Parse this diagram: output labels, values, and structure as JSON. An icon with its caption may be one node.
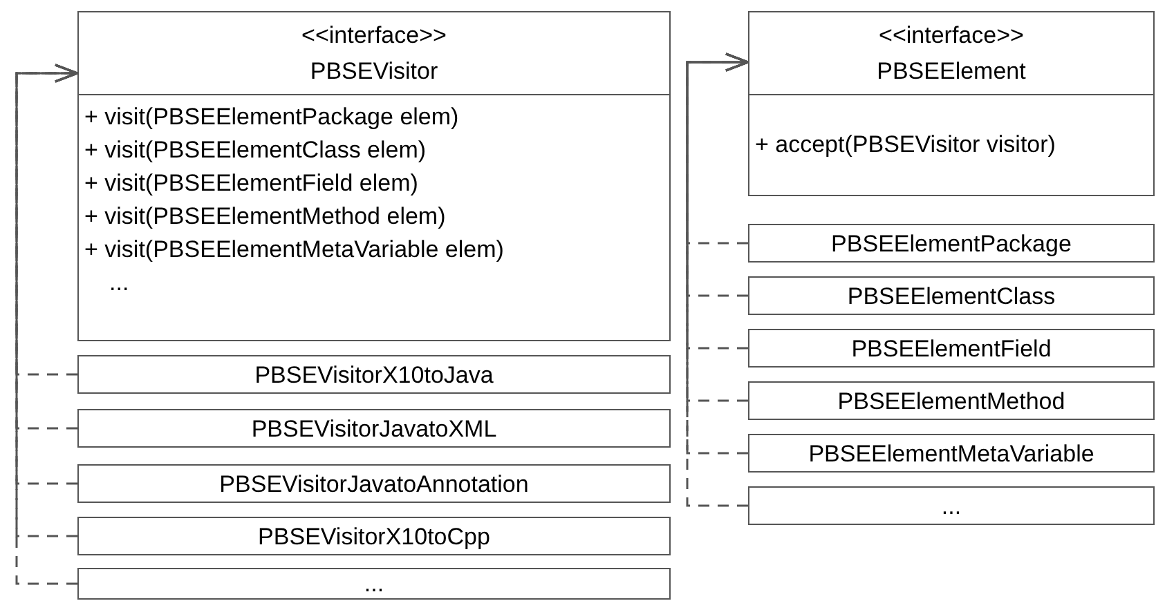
{
  "diagram": {
    "nodes": [
      {
        "text": [
          "<<interface>>",
          "PBSEVisitor",
          "+ visit(PBSEElementPackage elem)",
          "+ visit(PBSEElementClass elem)",
          "+ visit(PBSEElementField elem)",
          "+ visit(PBSEElementMethod elem)",
          "+ visit(PBSEElementMetaVariable elem)",
          "..."
        ]
      },
      {
        "text": [
          "PBSEVisitorX10toJava"
        ]
      },
      {
        "text": [
          "PBSEVisitorJavatoXML"
        ]
      },
      {
        "text": [
          "PBSEVisitorJavatoAnnotation"
        ]
      },
      {
        "text": [
          "PBSEVisitorX10toCpp"
        ]
      },
      {
        "text": [
          "..."
        ]
      },
      {
        "text": [
          "<<interface>>",
          "PBSEElement",
          "+ accept(PBSEVisitor visitor)"
        ]
      },
      {
        "text": [
          "PBSEElementPackage"
        ]
      },
      {
        "text": [
          "PBSEElementClass"
        ]
      },
      {
        "text": [
          "PBSEElementField"
        ]
      },
      {
        "text": [
          "PBSEElementMethod"
        ]
      },
      {
        "text": [
          "PBSEElementMetaVariable"
        ]
      },
      {
        "text": [
          "..."
        ]
      }
    ],
    "edges": [
      {
        "from": 1,
        "to": 0,
        "arrow": "to",
        "style": "dashed"
      },
      {
        "from": 2,
        "to": 0,
        "arrow": "to",
        "style": "dashed"
      },
      {
        "from": 3,
        "to": 0,
        "arrow": "to",
        "style": "dashed"
      },
      {
        "from": 4,
        "to": 0,
        "arrow": "to",
        "style": "dashed"
      },
      {
        "from": 5,
        "to": 0,
        "arrow": "to",
        "style": "dashed"
      },
      {
        "from": 7,
        "to": 6,
        "arrow": "to",
        "style": "dashed"
      },
      {
        "from": 8,
        "to": 6,
        "arrow": "to",
        "style": "dashed"
      },
      {
        "from": 9,
        "to": 6,
        "arrow": "to",
        "style": "dashed"
      },
      {
        "from": 10,
        "to": 6,
        "arrow": "to",
        "style": "dashed"
      },
      {
        "from": 11,
        "to": 6,
        "arrow": "to",
        "style": "dashed"
      },
      {
        "from": 12,
        "to": 6,
        "arrow": "to",
        "style": "dashed"
      }
    ]
  }
}
